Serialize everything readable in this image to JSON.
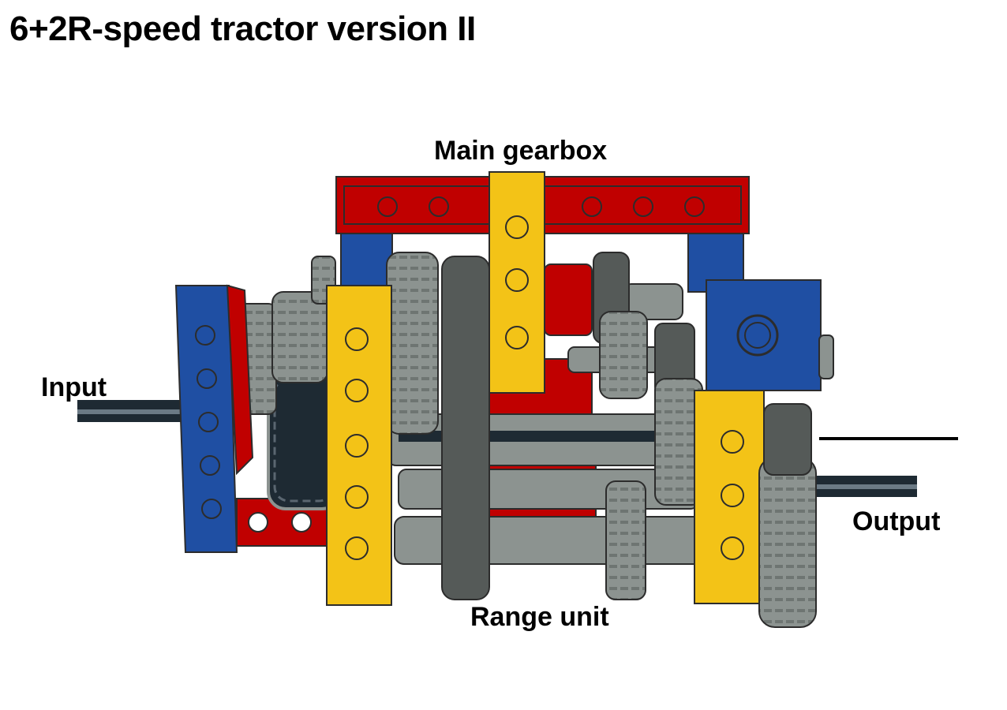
{
  "title": "6+2R-speed tractor version II",
  "labels": {
    "main_gearbox": "Main gearbox",
    "input": "Input",
    "output": "Output",
    "range_unit": "Range unit"
  },
  "colors": {
    "red": "#c00000",
    "blue": "#1f4fa3",
    "yellow": "#f3c317",
    "grey": "#8c9390",
    "dark_grey": "#555a58",
    "axle": "#1e2a33",
    "outline": "#2c2c2c"
  }
}
